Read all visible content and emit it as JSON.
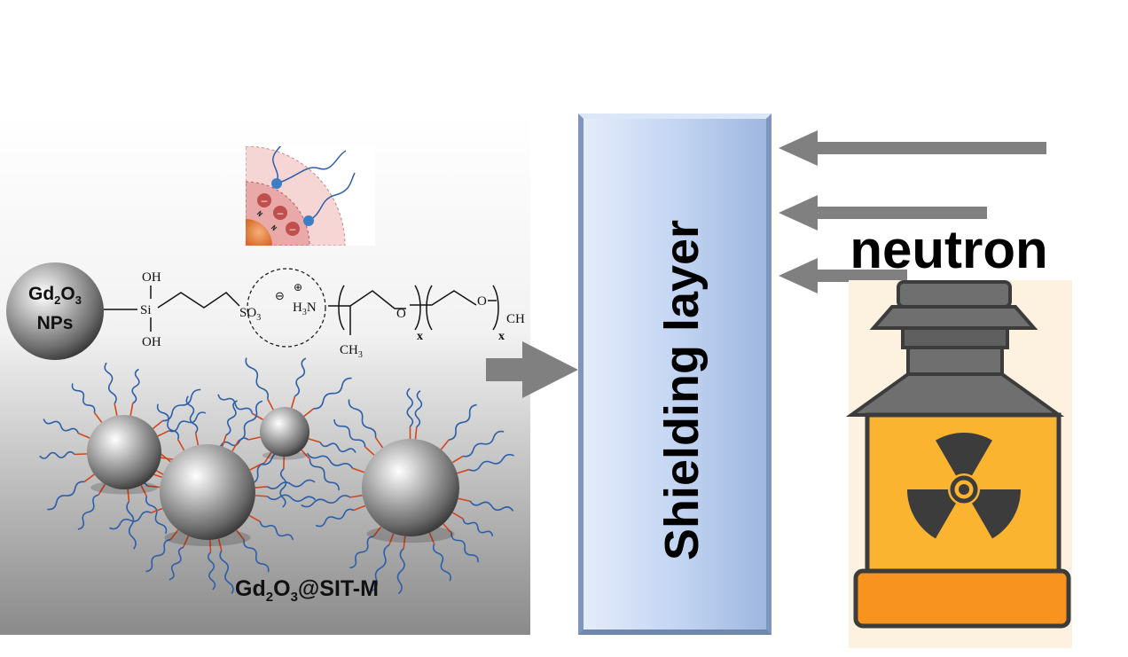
{
  "nanoparticle": {
    "label_main": "Gd",
    "label_sub1": "2",
    "label_o": "O",
    "label_sub2": "3",
    "label_line2": "NPs"
  },
  "structure": {
    "oh_top": "OH",
    "si": "Si",
    "oh_bottom": "OH",
    "so3_main": "SO",
    "so3_sub": "3",
    "minus_sign": "⊖",
    "plus_sign": "⊕",
    "h3n_h": "H",
    "h3n_sub": "3",
    "h3n_n": "N",
    "methyl_main": "CH",
    "methyl_sub": "3",
    "o1": "O",
    "o2": "O",
    "x1": "x",
    "x2": "x",
    "end_ch": "CH"
  },
  "composite_label": {
    "main": "Gd",
    "sub1": "2",
    "o": "O",
    "sub2": "3",
    "suffix": "@SIT-M"
  },
  "shield": {
    "label": "Shielding layer",
    "fill": "#c4d6f3"
  },
  "neutron": {
    "label": "neutron"
  },
  "colors": {
    "arrow": "#808080",
    "chain_blue": "#2d5fa8",
    "chain_red": "#d2461e",
    "canister_body": "#fbb430",
    "canister_base": "#f7931e",
    "canister_gray": "#6f6f6f",
    "canister_dark": "#3c3c3c",
    "inset_red": "#c0504d",
    "inset_blue": "#3d7fc4"
  },
  "icons": [
    "radiation-trefoil-icon",
    "neutron-source-canister-icon"
  ]
}
